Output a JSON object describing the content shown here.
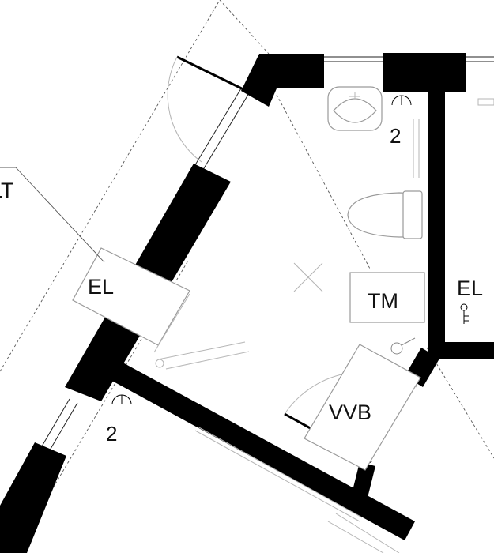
{
  "plan": {
    "labels": {
      "el_left": "EL",
      "el_right": "EL",
      "tm": "TM",
      "vvb": "VVB",
      "num_top": "2",
      "num_bottom": "2",
      "cut_text": "LT"
    }
  }
}
